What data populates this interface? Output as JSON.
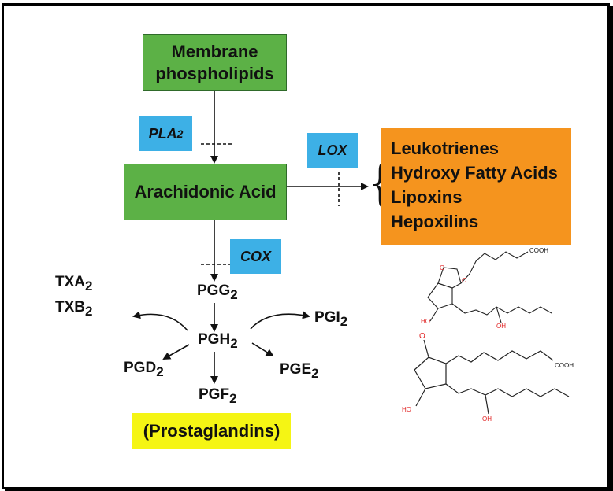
{
  "nodes": {
    "membrane_line1": "Membrane",
    "membrane_line2": "phospholipids",
    "arachidonic": "Arachidonic Acid",
    "prostaglandins": "(Prostaglandins)",
    "products": [
      "Leukotrienes",
      "Hydroxy Fatty Acids",
      "Lipoxins",
      "Hepoxilins"
    ]
  },
  "enzymes": {
    "pla": "PLA",
    "pla_sub": "2",
    "lox": "LOX",
    "cox": "COX"
  },
  "metabolites": {
    "pgg": "PGG",
    "pgg_sub": "2",
    "pgh": "PGH",
    "pgh_sub": "2",
    "pgd": "PGD",
    "pgd_sub": "2",
    "pgf": "PGF",
    "pgf_sub": "2",
    "pge": "PGE",
    "pge_sub": "2",
    "pgi": "PGI",
    "pgi_sub": "2",
    "txa": "TXA",
    "txa_sub": "2",
    "txb": "TXB",
    "txb_sub": "2"
  },
  "structure_labels": {
    "cooh": "COOH",
    "oh": "OH",
    "ho": "HO",
    "o": "O"
  },
  "colors": {
    "green": "#5cb146",
    "blue": "#3db0e6",
    "orange": "#f5941e",
    "yellow": "#f5f514"
  }
}
